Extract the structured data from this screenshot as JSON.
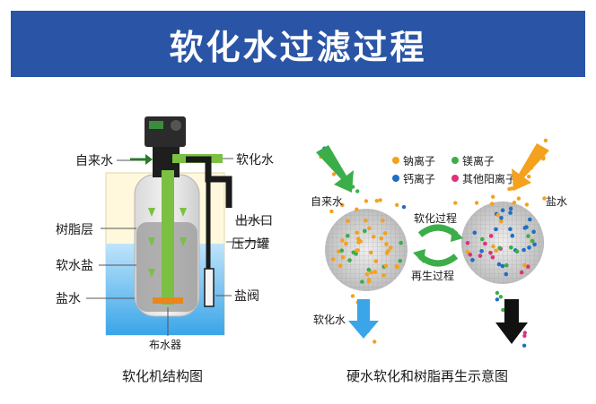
{
  "title": "软化水过滤过程",
  "left_diagram": {
    "caption": "软化机结构图",
    "labels": {
      "tap_water": "自来水",
      "soft_water": "软化水",
      "resin_layer": "树脂层",
      "outlet": "出水口",
      "pressure_tank": "压力罐",
      "softening_salt": "软水盐",
      "brine": "盐水",
      "salt_valve": "盐阀",
      "distributor": "布水器"
    }
  },
  "right_diagram": {
    "caption": "硬水软化和树脂再生示意图",
    "legend": [
      {
        "label": "钠离子",
        "color": "#f4a11d"
      },
      {
        "label": "镁离子",
        "color": "#3cae49"
      },
      {
        "label": "钙离子",
        "color": "#1f6fc4"
      },
      {
        "label": "其他阳离子",
        "color": "#e0307c"
      }
    ],
    "labels": {
      "tap_water": "自来水",
      "brine": "盐水",
      "softening_process": "软化过程",
      "regeneration_process": "再生过程",
      "soft_water": "软化水"
    }
  }
}
